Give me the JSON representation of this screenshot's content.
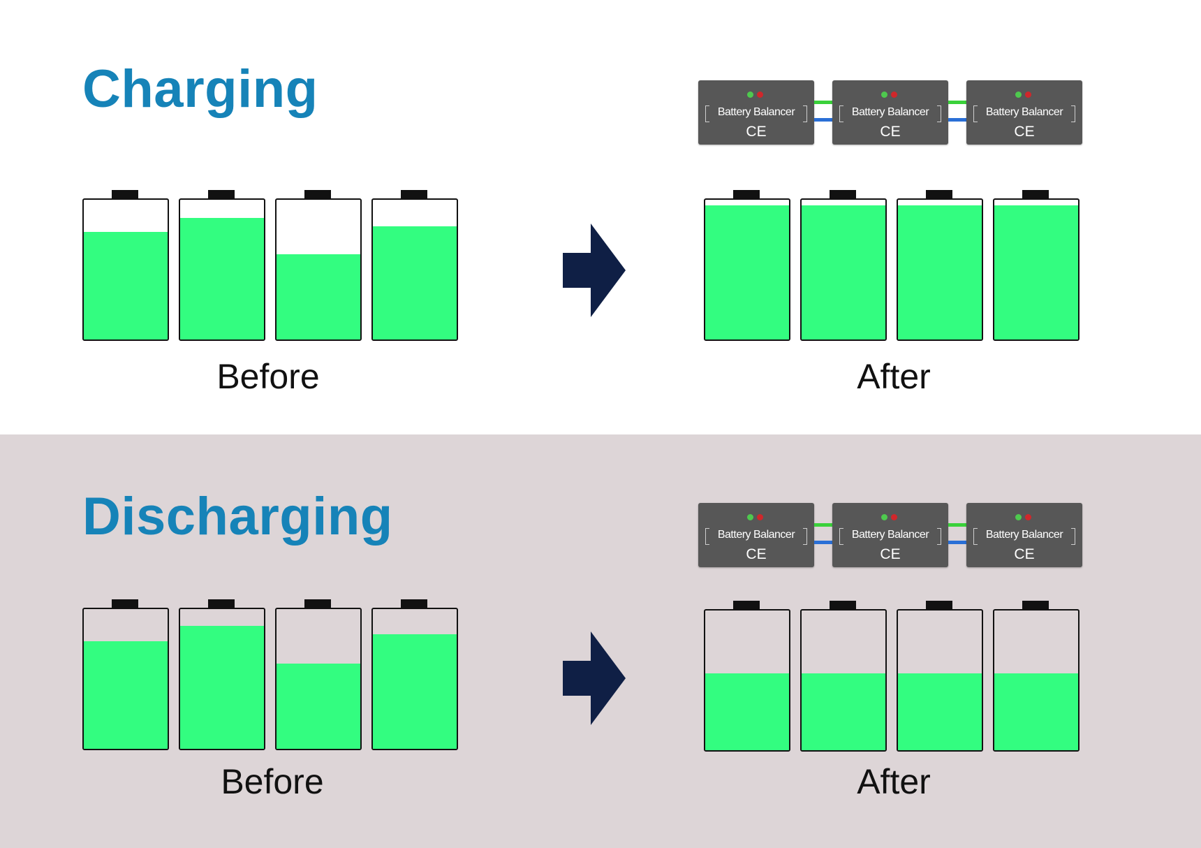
{
  "colors": {
    "title": "#1683b8",
    "charge_fill": "#33fd80",
    "arrow": "#0f1f45",
    "balancer_body": "#575757",
    "discharging_background": "#ddd5d7"
  },
  "sections": {
    "charging": {
      "title": "Charging",
      "before": {
        "caption": "Before",
        "levels": [
          0.77,
          0.87,
          0.61,
          0.81
        ]
      },
      "after": {
        "caption": "After",
        "levels": [
          0.96,
          0.96,
          0.96,
          0.96
        ]
      },
      "arrow_icon": "right-arrow-icon",
      "balancers": [
        {
          "name": "Battery Balancer",
          "mark": "CE"
        },
        {
          "name": "Battery Balancer",
          "mark": "CE"
        },
        {
          "name": "Battery Balancer",
          "mark": "CE"
        }
      ]
    },
    "discharging": {
      "title": "Discharging",
      "before": {
        "caption": "Before",
        "levels": [
          0.77,
          0.88,
          0.61,
          0.82
        ]
      },
      "after": {
        "caption": "After",
        "levels": [
          0.55,
          0.55,
          0.55,
          0.55
        ]
      },
      "arrow_icon": "right-arrow-icon",
      "balancers": [
        {
          "name": "Battery Balancer",
          "mark": "CE"
        },
        {
          "name": "Battery Balancer",
          "mark": "CE"
        },
        {
          "name": "Battery Balancer",
          "mark": "CE"
        }
      ]
    }
  }
}
